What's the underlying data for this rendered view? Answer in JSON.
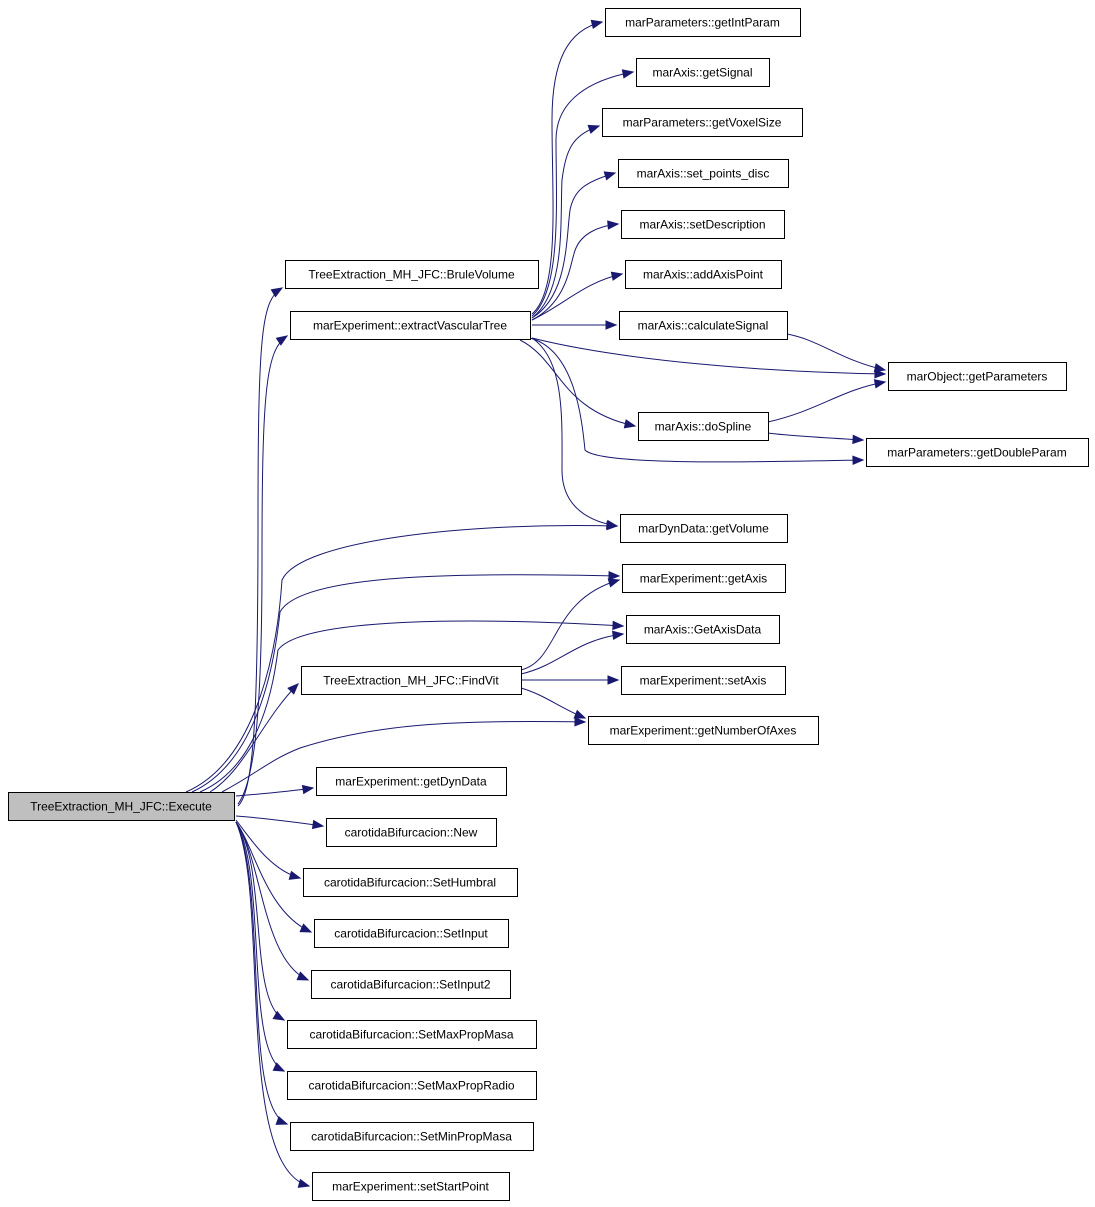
{
  "diagram": {
    "colors": {
      "edge": "#191970",
      "root_fill": "#bfbfbf",
      "node_fill": "#ffffff",
      "border": "#000000"
    },
    "nodes": [
      {
        "id": "execute",
        "label": "TreeExtraction_MH_JFC::Execute",
        "root": true
      },
      {
        "id": "bruleVolume",
        "label": "TreeExtraction_MH_JFC::BruleVolume"
      },
      {
        "id": "extractVascularTree",
        "label": "marExperiment::extractVascularTree"
      },
      {
        "id": "findVit",
        "label": "TreeExtraction_MH_JFC::FindVit"
      },
      {
        "id": "getDynData",
        "label": "marExperiment::getDynData"
      },
      {
        "id": "newBif",
        "label": "carotidaBifurcacion::New"
      },
      {
        "id": "setHumbral",
        "label": "carotidaBifurcacion::SetHumbral"
      },
      {
        "id": "setInput",
        "label": "carotidaBifurcacion::SetInput"
      },
      {
        "id": "setInput2",
        "label": "carotidaBifurcacion::SetInput2"
      },
      {
        "id": "setMaxPropMasa",
        "label": "carotidaBifurcacion::SetMaxPropMasa"
      },
      {
        "id": "setMaxPropRadio",
        "label": "carotidaBifurcacion::SetMaxPropRadio"
      },
      {
        "id": "setMinPropMasa",
        "label": "carotidaBifurcacion::SetMinPropMasa"
      },
      {
        "id": "setStartPoint",
        "label": "marExperiment::setStartPoint"
      },
      {
        "id": "getIntParam",
        "label": "marParameters::getIntParam"
      },
      {
        "id": "getSignal",
        "label": "marAxis::getSignal"
      },
      {
        "id": "getVoxelSize",
        "label": "marParameters::getVoxelSize"
      },
      {
        "id": "setPointsDisc",
        "label": "marAxis::set_points_disc"
      },
      {
        "id": "setDescription",
        "label": "marAxis::setDescription"
      },
      {
        "id": "addAxisPoint",
        "label": "marAxis::addAxisPoint"
      },
      {
        "id": "calculateSignal",
        "label": "marAxis::calculateSignal"
      },
      {
        "id": "getParameters",
        "label": "marObject::getParameters"
      },
      {
        "id": "doSpline",
        "label": "marAxis::doSpline"
      },
      {
        "id": "getDoubleParam",
        "label": "marParameters::getDoubleParam"
      },
      {
        "id": "getVolume",
        "label": "marDynData::getVolume"
      },
      {
        "id": "getAxis",
        "label": "marExperiment::getAxis"
      },
      {
        "id": "getAxisData",
        "label": "marAxis::GetAxisData"
      },
      {
        "id": "setAxis",
        "label": "marExperiment::setAxis"
      },
      {
        "id": "getNumberOfAxes",
        "label": "marExperiment::getNumberOfAxes"
      }
    ],
    "edges": [
      {
        "from": "execute",
        "to": "bruleVolume"
      },
      {
        "from": "execute",
        "to": "extractVascularTree"
      },
      {
        "from": "execute",
        "to": "getVolume"
      },
      {
        "from": "execute",
        "to": "getAxis"
      },
      {
        "from": "execute",
        "to": "getAxisData"
      },
      {
        "from": "execute",
        "to": "findVit"
      },
      {
        "from": "execute",
        "to": "getNumberOfAxes"
      },
      {
        "from": "execute",
        "to": "getDynData"
      },
      {
        "from": "execute",
        "to": "newBif"
      },
      {
        "from": "execute",
        "to": "setHumbral"
      },
      {
        "from": "execute",
        "to": "setInput"
      },
      {
        "from": "execute",
        "to": "setInput2"
      },
      {
        "from": "execute",
        "to": "setMaxPropMasa"
      },
      {
        "from": "execute",
        "to": "setMaxPropRadio"
      },
      {
        "from": "execute",
        "to": "setMinPropMasa"
      },
      {
        "from": "execute",
        "to": "setStartPoint"
      },
      {
        "from": "extractVascularTree",
        "to": "getIntParam"
      },
      {
        "from": "extractVascularTree",
        "to": "getSignal"
      },
      {
        "from": "extractVascularTree",
        "to": "getVoxelSize"
      },
      {
        "from": "extractVascularTree",
        "to": "setPointsDisc"
      },
      {
        "from": "extractVascularTree",
        "to": "setDescription"
      },
      {
        "from": "extractVascularTree",
        "to": "addAxisPoint"
      },
      {
        "from": "extractVascularTree",
        "to": "calculateSignal"
      },
      {
        "from": "extractVascularTree",
        "to": "getParameters"
      },
      {
        "from": "extractVascularTree",
        "to": "doSpline"
      },
      {
        "from": "extractVascularTree",
        "to": "getDoubleParam"
      },
      {
        "from": "extractVascularTree",
        "to": "getVolume"
      },
      {
        "from": "calculateSignal",
        "to": "getParameters"
      },
      {
        "from": "doSpline",
        "to": "getParameters"
      },
      {
        "from": "doSpline",
        "to": "getDoubleParam"
      },
      {
        "from": "findVit",
        "to": "getAxis"
      },
      {
        "from": "findVit",
        "to": "getAxisData"
      },
      {
        "from": "findVit",
        "to": "setAxis"
      },
      {
        "from": "findVit",
        "to": "getNumberOfAxes"
      }
    ]
  }
}
